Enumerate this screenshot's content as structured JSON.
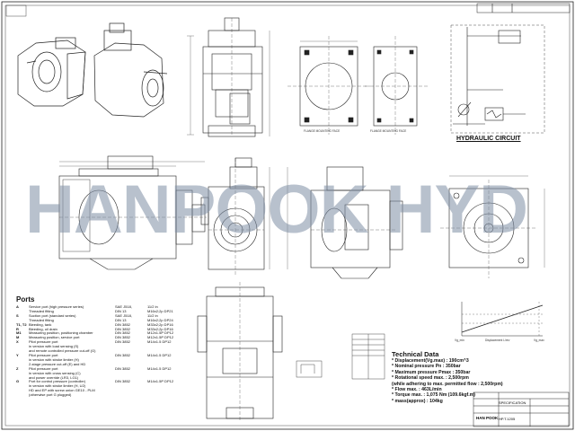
{
  "watermark": "HANPOOK HYD",
  "hydraulic_circuit_title": "HYDRAULIC CIRCUIT",
  "flange_labels": [
    "FLANGE MOUNTING FACE",
    "FLANGE MOUNTING FACE"
  ],
  "ports": {
    "title": "Ports",
    "rows": [
      {
        "code": "A",
        "desc": "Service port (high pressure series)",
        "std": "SAE J518,",
        "size": "11/2 in"
      },
      {
        "code": "",
        "desc": "Threaded fitting",
        "std": "DIN 13",
        "size": "M16x2;2p DP21"
      },
      {
        "code": "S",
        "desc": "Suction port (standard series)",
        "std": "SAE J518,",
        "size": "11/2 in"
      },
      {
        "code": "",
        "desc": "Threaded fitting",
        "std": "DIN 13",
        "size": "M16x2;2p DP24"
      },
      {
        "code": "T1, T2",
        "desc": "Bleeding, tank",
        "std": "DIN 3852",
        "size": "M33x2;2p DP16"
      },
      {
        "code": "R",
        "desc": "Bleeding, oil drain",
        "std": "DIN 3852",
        "size": "M33x2;2p DP16"
      },
      {
        "code": "M1",
        "desc": "Measuring position, positioning chamber",
        "std": "DIN 3852",
        "size": "M12x1.5P DP12"
      },
      {
        "code": "M",
        "desc": "Measuring position, service port",
        "std": "DIN 3852",
        "size": "M12x1.5P DP12"
      },
      {
        "code": "X",
        "desc": "Pilot pressure port",
        "std": "DIN 3852",
        "size": "M14x1.5 DP12"
      },
      {
        "code": "",
        "desc": "in version with load sensing (S)",
        "std": "",
        "size": ""
      },
      {
        "code": "",
        "desc": "and remote controlled pressure cut-off (G)",
        "std": "",
        "size": ""
      },
      {
        "code": "Y",
        "desc": "Pilot pressure port",
        "std": "DIN 3852",
        "size": "M14x1.5 DP12"
      },
      {
        "code": "",
        "desc": "in version with stroke limiter (H)",
        "std": "",
        "size": ""
      },
      {
        "code": "",
        "desc": "2-stage pressure cut-off (E) and HD",
        "std": "",
        "size": ""
      },
      {
        "code": "Z",
        "desc": "Pilot pressure port",
        "std": "DIN 3852",
        "size": "M14x1.5 DP12"
      },
      {
        "code": "",
        "desc": "in version with cross sensing (C)",
        "std": "",
        "size": ""
      },
      {
        "code": "",
        "desc": "and power override (LR3, LG1)",
        "std": "",
        "size": ""
      },
      {
        "code": "G",
        "desc": "Port for control pressure (controller)",
        "std": "DIN 3852",
        "size": "M14x1.5P DP12"
      },
      {
        "code": "",
        "desc": "in version with stroke limiter (H, U2)",
        "std": "",
        "size": ""
      },
      {
        "code": "",
        "desc": "HD and EP with screw union GE10 - PLM",
        "std": "",
        "size": ""
      },
      {
        "code": "",
        "desc": "(otherwise port G plugged)",
        "std": "",
        "size": ""
      }
    ]
  },
  "technical_data": {
    "title": "Technical Data",
    "lines": [
      "* Displacement(Vg.max) : 190cm^3",
      "* Nominal pressure Pn : 350bar",
      "* Maximum pressure Pmax : 350bar",
      "* Rotational speed max. : 2,500rpm",
      "(while adhering to max. permitted flow : 2,500rpm)",
      "* Flow max. : 463L/min",
      "* Torque max. : 1,075 Nm (109.6kgf.m)",
      "* mass(approx) : 104kg"
    ]
  },
  "graph": {
    "x_left": "Vg_min",
    "x_mid": "Displacement L/rev",
    "x_right": "Vg_max"
  },
  "title_block": {
    "brand": "HAN POOK",
    "title": "SPECIFICATION",
    "drawing_no": "HP.T.1205"
  },
  "colors": {
    "line": "#222222",
    "watermark": "#7f8fa6",
    "background": "#ffffff"
  }
}
